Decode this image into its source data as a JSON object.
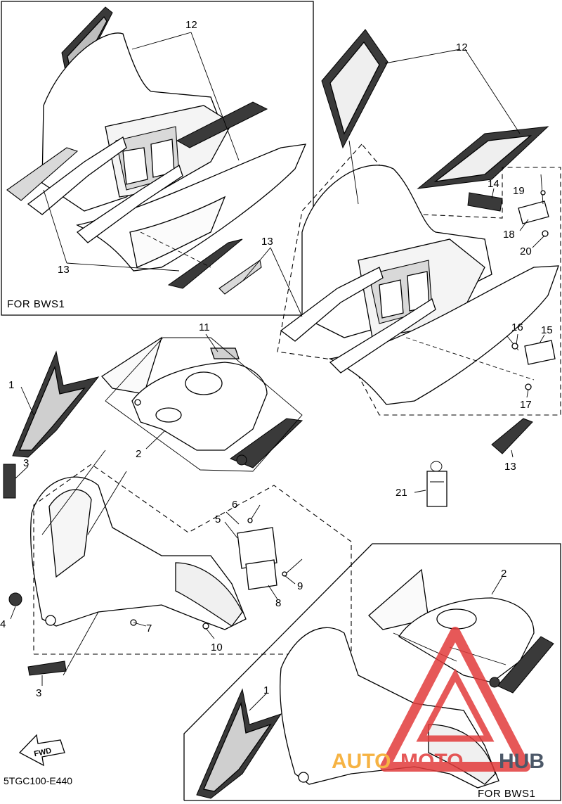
{
  "diagram_code": "5TGC100-E440",
  "caption_top": "FOR BWS1",
  "caption_bottom": "FOR BWS1",
  "fwd_label": "FWD",
  "callouts": {
    "n1a": "1",
    "n1b": "1",
    "n2a": "2",
    "n2b": "2",
    "n3a": "3",
    "n3b": "3",
    "n4": "4",
    "n5": "5",
    "n6": "6",
    "n7": "7",
    "n8": "8",
    "n9": "9",
    "n10": "10",
    "n11": "11",
    "n12a": "12",
    "n12b": "12",
    "n13a": "13",
    "n13b": "13",
    "n13c": "13",
    "n14": "14",
    "n15": "15",
    "n16": "16",
    "n17": "17",
    "n18": "18",
    "n19": "19",
    "n20": "20",
    "n21": "21"
  },
  "watermark": {
    "auto": "AUTO",
    "moto": "MOTO",
    "hub": "HUB",
    "accent_color": "#f5a623",
    "brand_color": "#e23b3b",
    "dark_color": "#2d3c4e"
  }
}
